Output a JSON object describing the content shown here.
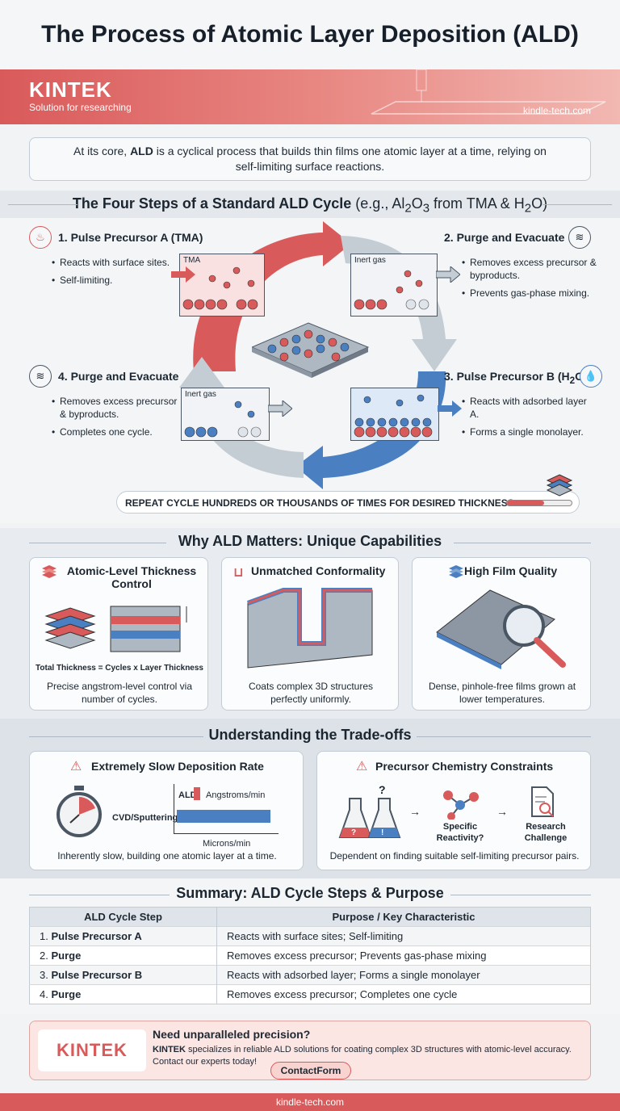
{
  "title": "The Process of Atomic Layer Deposition (ALD)",
  "banner": {
    "brand": "KINTEK",
    "tagline": "Solution for researching",
    "site": "kindle-tech.com"
  },
  "intro": {
    "prefix": "At its core, ",
    "bold": "ALD",
    "suffix": " is a cyclical process that builds thin films one atomic layer at a time, relying on self-limiting surface reactions."
  },
  "cycle": {
    "heading": "The Four Steps of a Standard ALD Cycle",
    "heading_note_pre": " (e.g., Al",
    "sub2": "2",
    "mid1": "O",
    "sub3": "3",
    "heading_note_mid": " from TMA & H",
    "sub2b": "2",
    "heading_note_post": "O)",
    "steps": [
      {
        "title": "1. Pulse Precursor A (TMA)",
        "bullets": [
          "Reacts with surface sites.",
          "Self-limiting."
        ],
        "panel_label": "TMA"
      },
      {
        "title": "2. Purge and Evacuate",
        "bullets": [
          "Removes excess precursor & byproducts.",
          "Prevents gas-phase mixing."
        ],
        "panel_label": "Inert gas"
      },
      {
        "title_pre": "3. Pulse Precursor B (H",
        "title_sub": "2",
        "title_post": "O)",
        "bullets": [
          "Reacts with adsorbed layer A.",
          "Forms a single monolayer."
        ]
      },
      {
        "title": "4. Purge and Evacuate",
        "bullets": [
          "Removes excess precursor & byproducts.",
          "Completes one cycle."
        ],
        "panel_label": "Inert gas"
      }
    ],
    "repeat": "REPEAT CYCLE HUNDREDS OR THOUSANDS OF TIMES FOR DESIRED THICKNESS."
  },
  "why": {
    "heading": "Why ALD Matters: Unique Capabilities",
    "cards": [
      {
        "title": "Atomic-Level Thickness Control",
        "caption": "Total Thickness = Cycles x Layer Thickness",
        "text": "Precise angstrom-level control via number of cycles."
      },
      {
        "title": "Unmatched Conformality",
        "text": "Coats complex 3D structures perfectly uniformly."
      },
      {
        "title": "High Film Quality",
        "text": "Dense, pinhole-free films grown at lower temperatures."
      }
    ]
  },
  "tradeoffs": {
    "heading": "Understanding the Trade-offs",
    "slow": {
      "title": "Extremely Slow Deposition Rate",
      "ald_label": "ALD",
      "ald_unit": "Angstroms/min",
      "cvd_label": "CVD/Sputtering",
      "cvd_unit": "Microns/min",
      "text": "Inherently slow, building one atomic layer at a time."
    },
    "chem": {
      "title": "Precursor Chemistry Constraints",
      "label1": "Specific Reactivity?",
      "label2": "Research Challenge",
      "text": "Dependent on finding suitable self-limiting precursor pairs."
    }
  },
  "summary": {
    "heading": "Summary: ALD Cycle Steps & Purpose",
    "columns": [
      "ALD Cycle Step",
      "Purpose / Key Characteristic"
    ],
    "rows": [
      {
        "num": "1. ",
        "step": "Pulse Precursor A",
        "purpose": "Reacts with surface sites; Self-limiting"
      },
      {
        "num": "2. ",
        "step": "Purge",
        "purpose": "Removes excess precursor; Prevents gas-phase mixing"
      },
      {
        "num": "3. ",
        "step": "Pulse Precursor B",
        "purpose": "Reacts with adsorbed layer; Forms a single monolayer"
      },
      {
        "num": "4. ",
        "step": "Purge",
        "purpose": "Removes excess precursor; Completes one cycle"
      }
    ]
  },
  "cta": {
    "logo": "KINTEK",
    "title": "Need unparalleled precision?",
    "brand": "KINTEK",
    "text": " specializes in reliable ALD solutions for coating complex 3D structures with atomic-level accuracy.",
    "text2": "Contact our experts today!",
    "button": "ContactForm"
  },
  "footer": "kindle-tech.com",
  "colors": {
    "accent": "#d95a5a",
    "blue": "#4a7fc1"
  }
}
